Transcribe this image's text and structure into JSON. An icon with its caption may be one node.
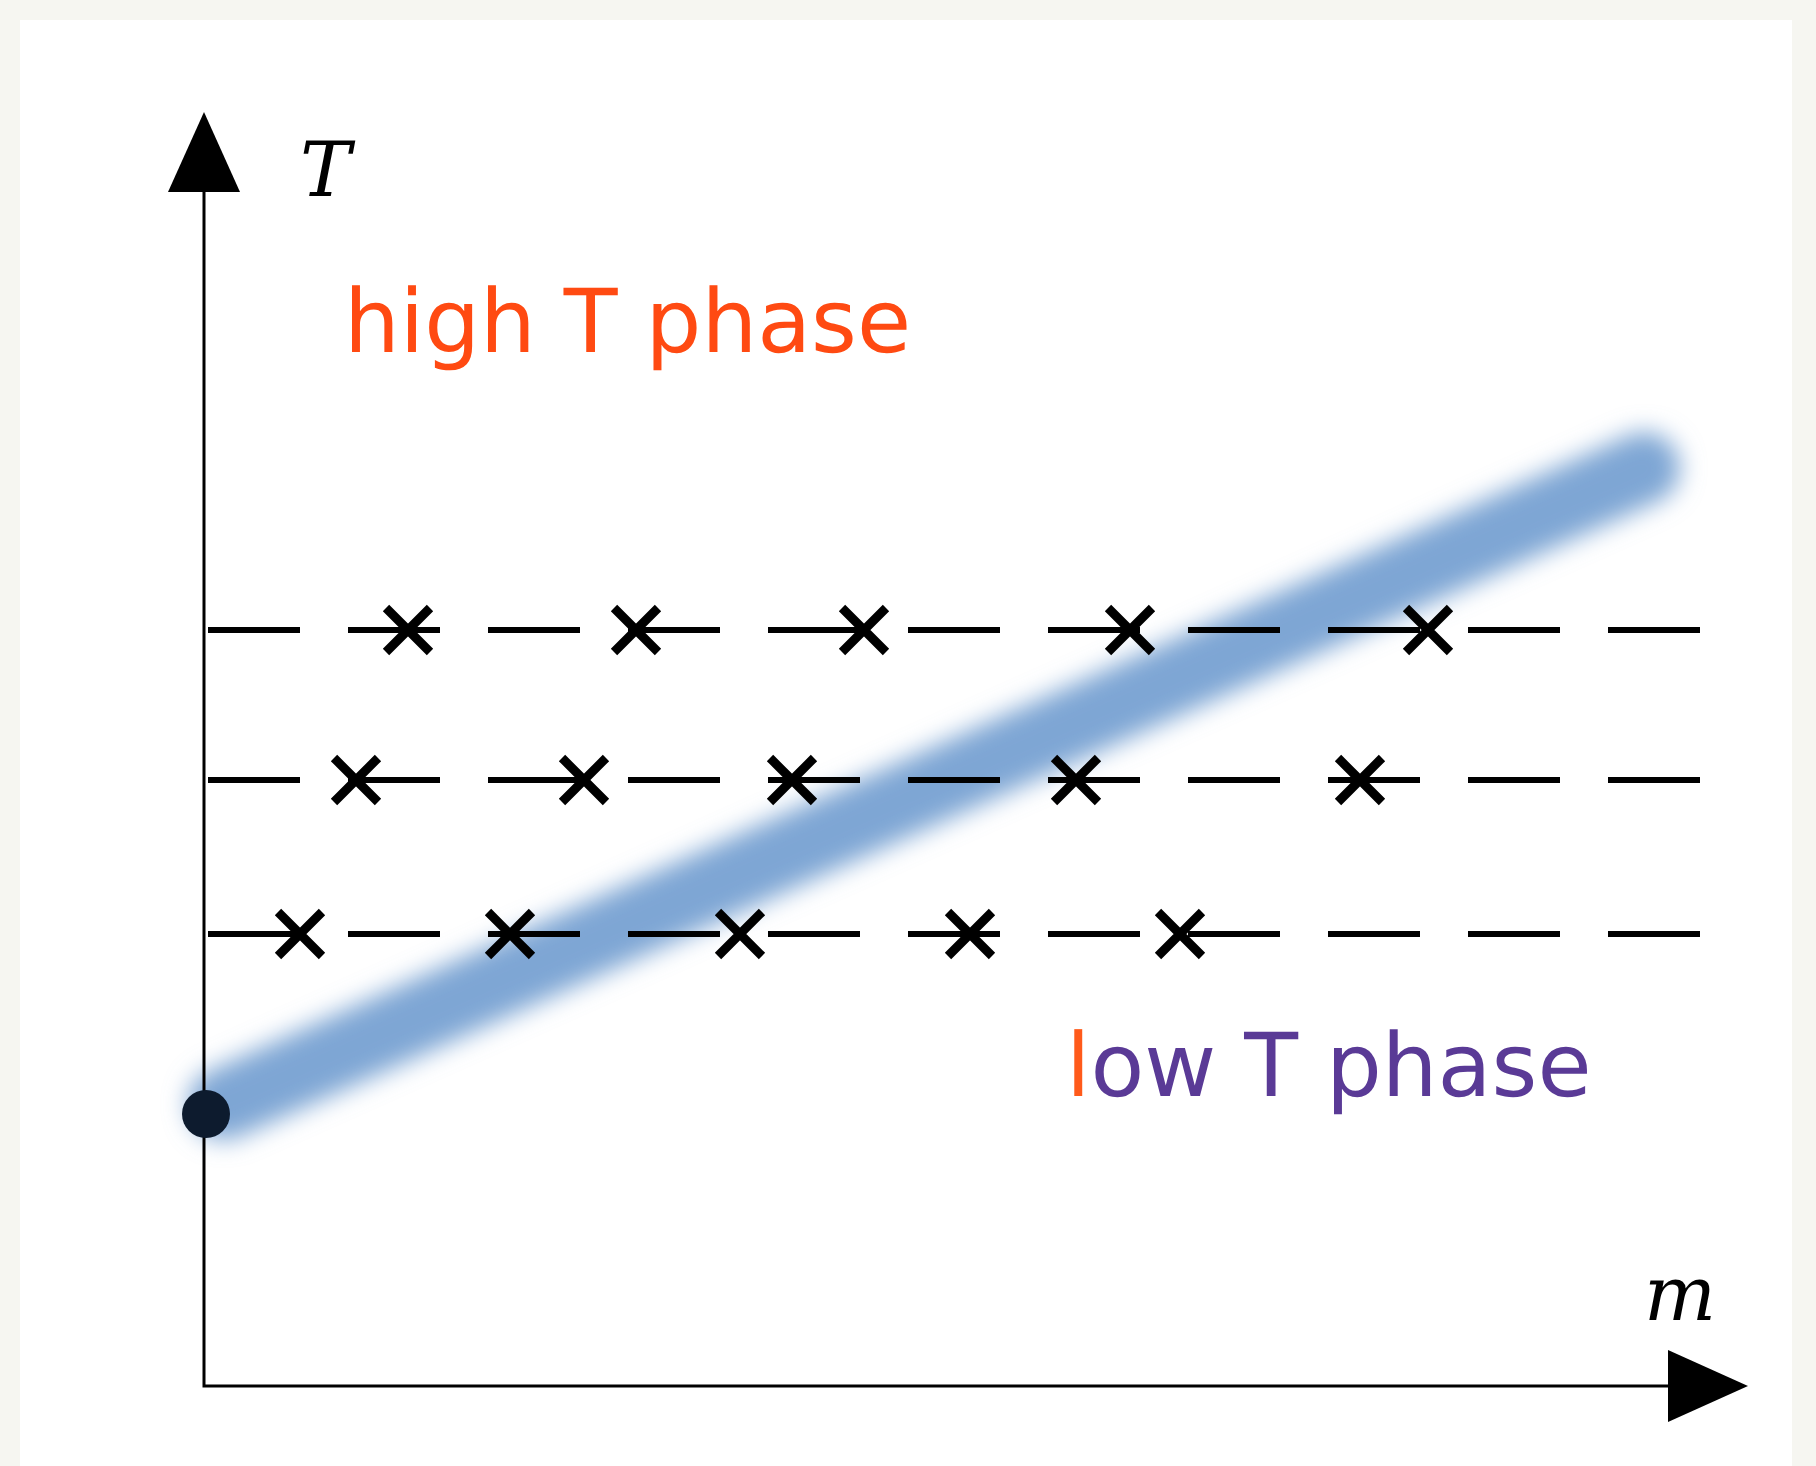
{
  "diagram": {
    "labels": [
      "T",
      "high T phase",
      "low T phase",
      "m"
    ]
  }
}
